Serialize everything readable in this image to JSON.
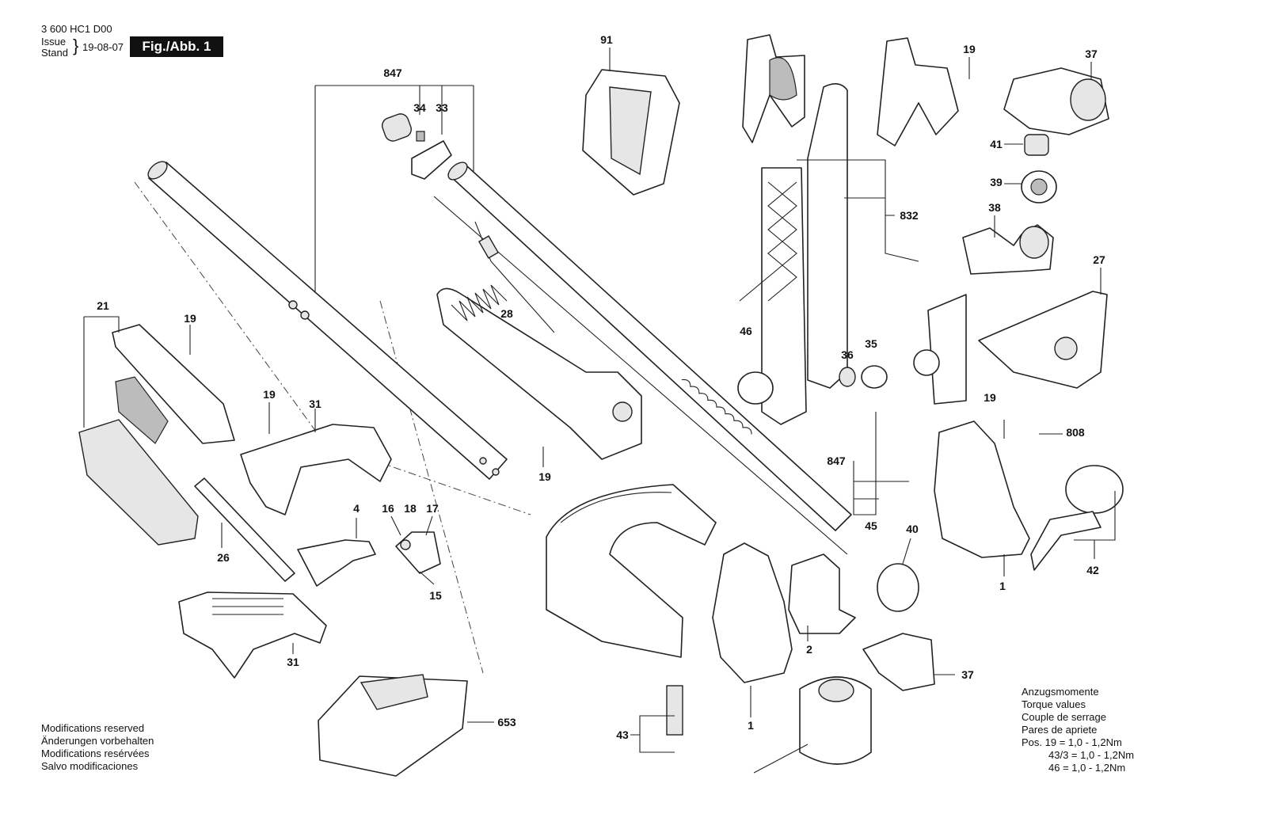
{
  "header": {
    "doc_number": "3 600 HC1 D00",
    "issue_label": "Issue",
    "stand_label": "Stand",
    "date": "19-08-07",
    "figure": "Fig./Abb. 1"
  },
  "modifications": [
    "Modifications reserved",
    "Änderungen vorbehalten",
    "Modifications resérvées",
    "Salvo modificaciones"
  ],
  "torque": {
    "titles": [
      "Anzugsmomente",
      "Torque values",
      "Couple de serrage",
      "Pares de apriete"
    ],
    "rows": [
      "Pos. 19  = 1,0 - 1,2Nm",
      "43/3  = 1,0 - 1,2Nm",
      "46  = 1,0 - 1,2Nm"
    ]
  },
  "labels": {
    "l847a": "847",
    "l34": "34",
    "l33": "33",
    "l91": "91",
    "l19a": "19",
    "l37a": "37",
    "l41": "41",
    "l39": "39",
    "l38": "38",
    "l832": "832",
    "l27": "27",
    "l21": "21",
    "l19b": "19",
    "l28": "28",
    "l46": "46",
    "l36": "36",
    "l35": "35",
    "l19c": "19",
    "l31a": "31",
    "l19d": "19",
    "l19e": "19",
    "l808": "808",
    "l847b": "847",
    "l4": "4",
    "l16": "16",
    "l18": "18",
    "l17": "17",
    "l26": "26",
    "l15": "15",
    "l45": "45",
    "l40": "40",
    "l1a": "1",
    "l42": "42",
    "l2": "2",
    "l31b": "31",
    "l37b": "37",
    "l653": "653",
    "l1b": "1",
    "l43": "43"
  }
}
